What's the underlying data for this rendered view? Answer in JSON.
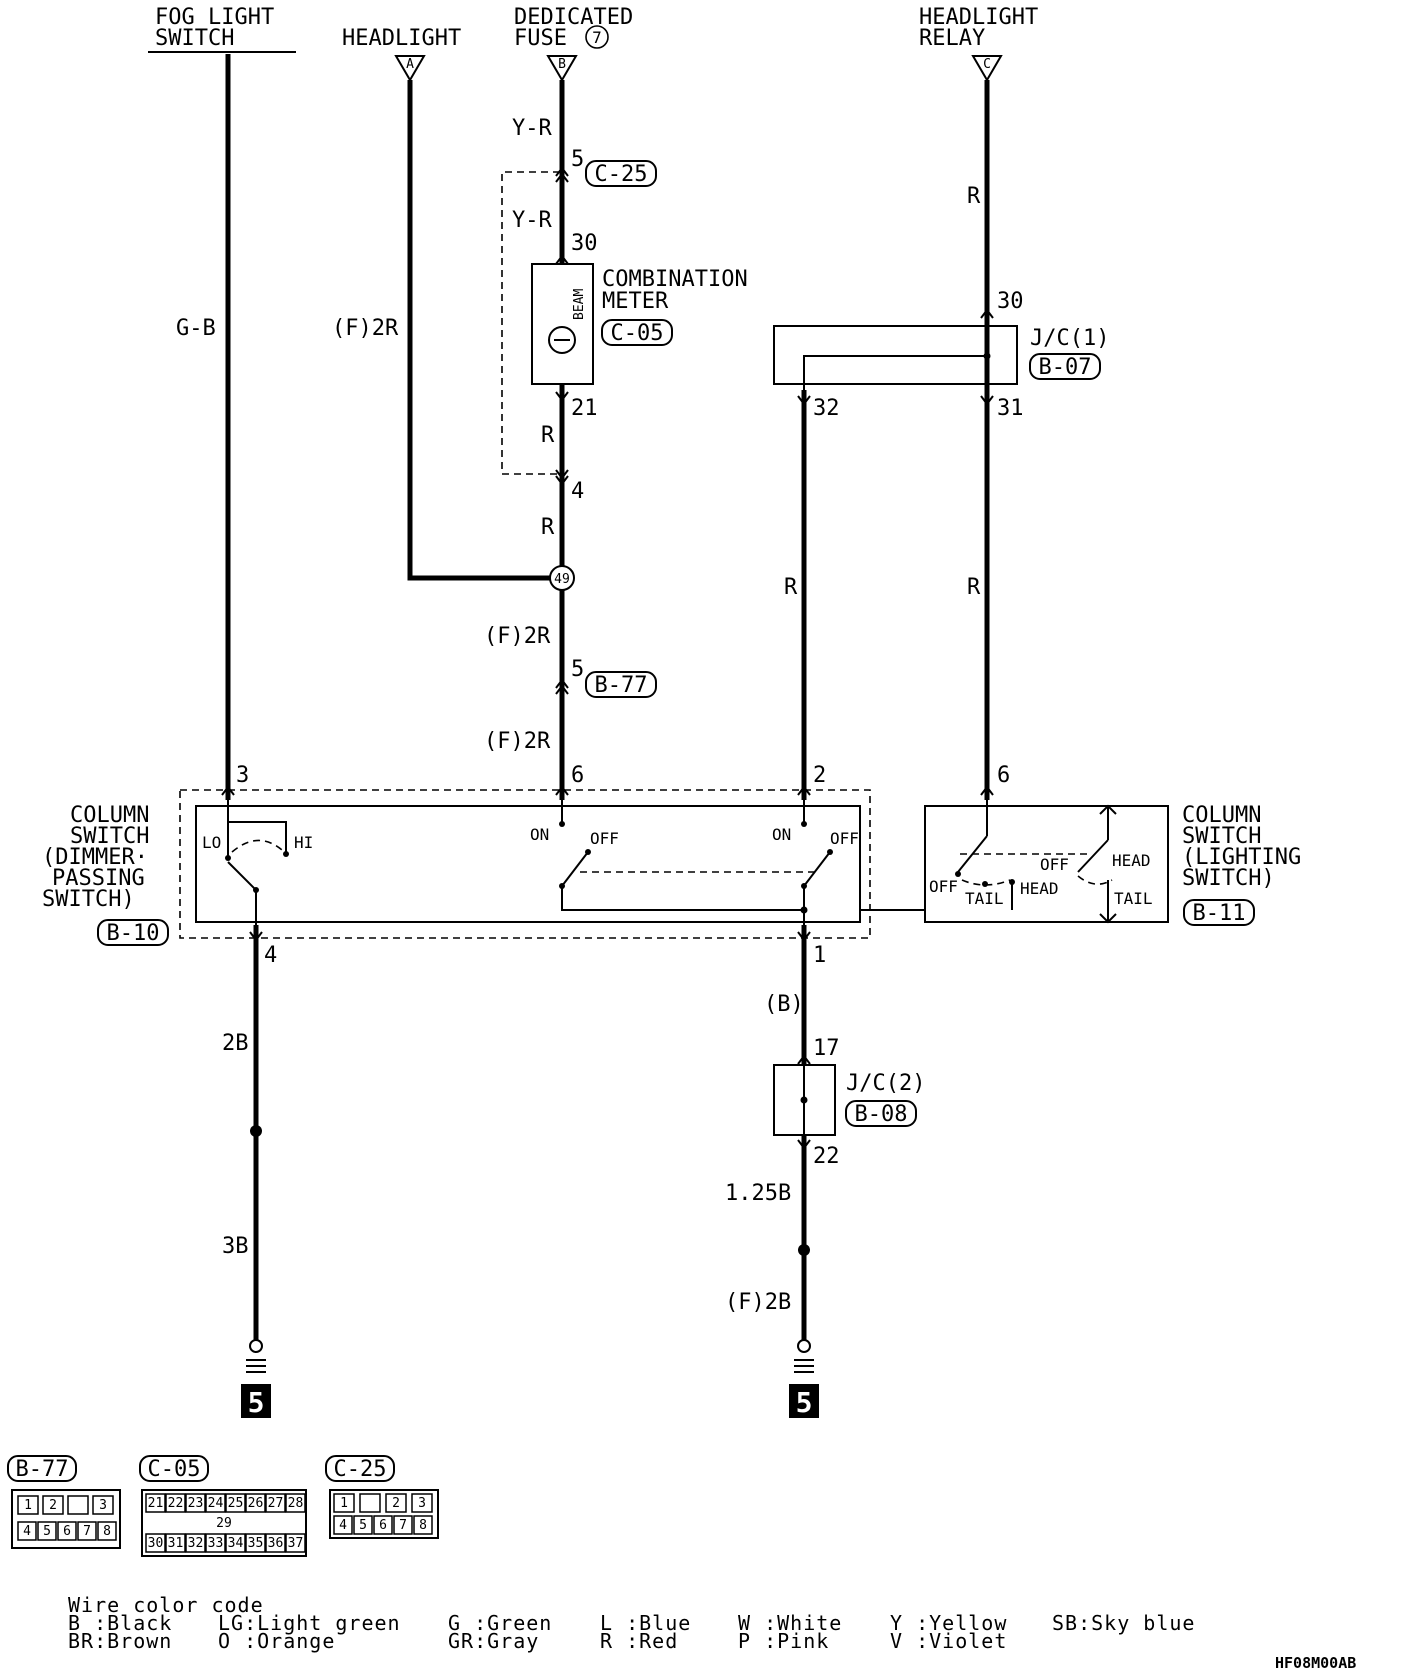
{
  "sources": {
    "fog_light_switch": [
      "FOG LIGHT",
      "SWITCH"
    ],
    "headlight": "HEADLIGHT",
    "headlight_connector": "A",
    "dedicated_fuse": [
      "DEDICATED",
      "FUSE",
      "7"
    ],
    "dedicated_fuse_connector": "B",
    "headlight_relay": [
      "HEADLIGHT",
      "RELAY"
    ],
    "headlight_relay_connector": "C"
  },
  "wires": {
    "fog": "G-B",
    "headlight": "(F)2R",
    "fuse_top": "Y-R",
    "fuse_mid": "Y-R",
    "meter_out": "R",
    "meter_out2": "R",
    "after_splice": "(F)2R",
    "after_b77": "(F)2R",
    "relay_top": "R",
    "jc1_left": "R",
    "jc1_right": "R",
    "col_left_1": "2B",
    "col_left_2": "3B",
    "col_right_1": "(B)",
    "jc2_out_1": "1.25B",
    "jc2_out_2": "(F)2B"
  },
  "pins": {
    "c25_pin": "5",
    "meter_in": "30",
    "meter_out": "21",
    "c25_pin_out": "4",
    "splice": "49",
    "b77_pin": "5",
    "relay_in": "30",
    "jc1_out_left": "32",
    "jc1_out_right": "31",
    "col_pin3": "3",
    "col_pin6": "6",
    "col_pin2": "2",
    "light_pin6": "6",
    "col_pin4": "4",
    "col_pin1": "1",
    "jc2_in": "17",
    "jc2_out": "22"
  },
  "connectors": {
    "c25": "C-25",
    "c05": "C-05",
    "b77": "B-77",
    "b07": "B-07",
    "b10": "B-10",
    "b11": "B-11",
    "b08": "B-08"
  },
  "components": {
    "meter": [
      "COMBINATION",
      "METER"
    ],
    "meter_beam": "BEAM",
    "jc1": "J/C(1)",
    "jc2": "J/C(2)",
    "column_dimmer": [
      "COLUMN",
      "SWITCH",
      "(DIMMER·",
      "PASSING",
      "SWITCH)"
    ],
    "column_lighting": [
      "COLUMN",
      "SWITCH",
      "(LIGHTING",
      "SWITCH)"
    ]
  },
  "switch_labels": {
    "lo": "LO",
    "hi": "HI",
    "on1": "ON",
    "off1": "OFF",
    "on2": "ON",
    "off2": "OFF",
    "off_a": "OFF",
    "head_a": "HEAD",
    "off_b": "OFF",
    "tail_a": "TAIL",
    "head_b": "HEAD",
    "tail_b": "TAIL"
  },
  "grounds": {
    "left": "5",
    "right": "5"
  },
  "connector_views": {
    "b77_label": "B-77",
    "b77_top": [
      "1",
      "2",
      "",
      "3"
    ],
    "b77_bottom": [
      "4",
      "5",
      "6",
      "7",
      "8"
    ],
    "c05_label": "C-05",
    "c05_top": [
      "21",
      "22",
      "23",
      "24",
      "25",
      "26",
      "27",
      "28"
    ],
    "c05_mid": "29",
    "c05_bottom": [
      "30",
      "31",
      "32",
      "33",
      "34",
      "35",
      "36",
      "37"
    ],
    "c25_label": "C-25",
    "c25_top": [
      "1",
      "",
      "2",
      "3"
    ],
    "c25_bottom": [
      "4",
      "5",
      "6",
      "7",
      "8"
    ]
  },
  "wire_color_code": {
    "title": "Wire color code",
    "entries": [
      [
        "B :Black",
        "BR:Brown"
      ],
      [
        "LG:Light green",
        "O :Orange"
      ],
      [
        "G :Green",
        "GR:Gray"
      ],
      [
        "L :Blue",
        "R :Red"
      ],
      [
        "W :White",
        "P :Pink"
      ],
      [
        "Y :Yellow",
        "V :Violet"
      ],
      [
        "SB:Sky blue",
        ""
      ]
    ]
  },
  "figure_code": "HF08M00AB"
}
